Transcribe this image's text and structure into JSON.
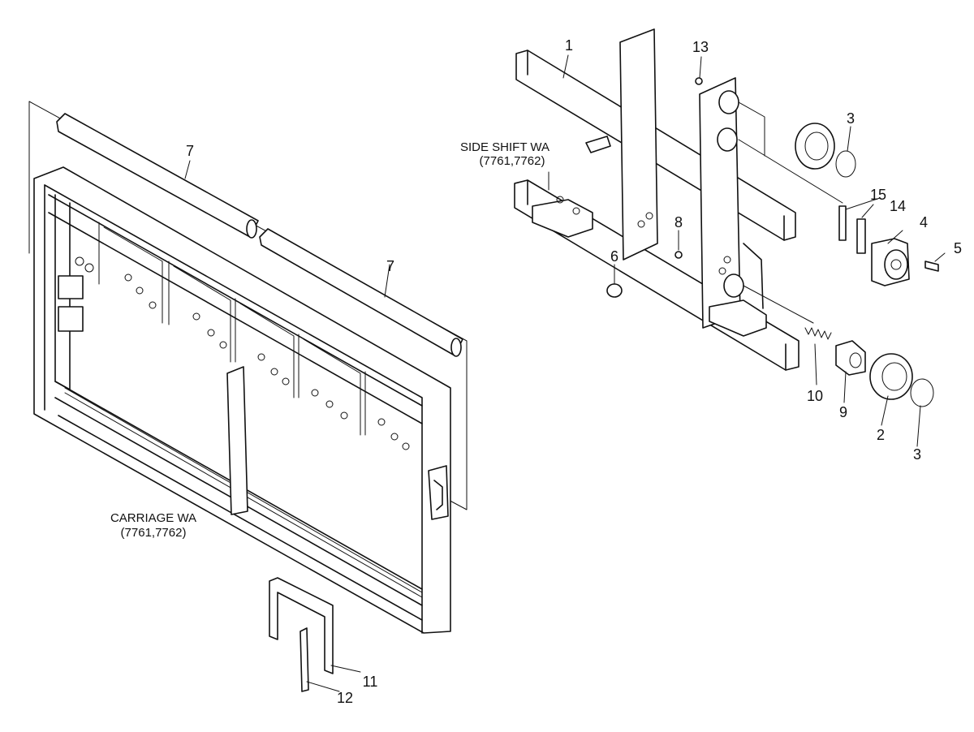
{
  "assemblies": {
    "side_shift": {
      "name": "SIDE SHIFT WA",
      "models": "(7761,7762)"
    },
    "carriage": {
      "name": "CARRIAGE WA",
      "models": "(7761,7762)"
    }
  },
  "callouts": {
    "c1": "1",
    "c2": "2",
    "c3a": "3",
    "c3b": "3",
    "c4": "4",
    "c5": "5",
    "c6": "6",
    "c7a": "7",
    "c7b": "7",
    "c8": "8",
    "c9": "9",
    "c10": "10",
    "c11": "11",
    "c12": "12",
    "c13": "13",
    "c14": "14",
    "c15": "15"
  }
}
